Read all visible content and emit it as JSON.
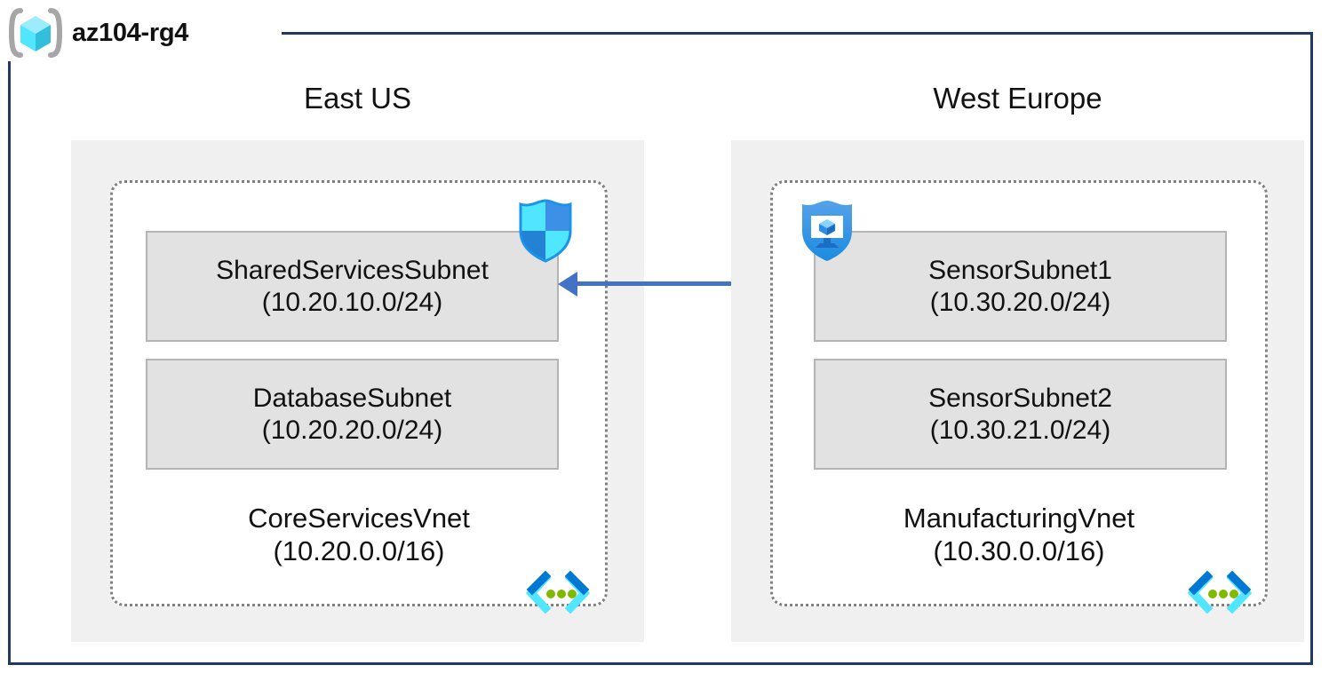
{
  "resource_group": {
    "name": "az104-rg4",
    "icon": "resource-group-cube-icon",
    "border_color": "#1F3864"
  },
  "regions": [
    {
      "label": "East US",
      "panel_color": "#F0F0F0"
    },
    {
      "label": "West Europe",
      "panel_color": "#F0F0F0"
    }
  ],
  "vnets": [
    {
      "name": "CoreServicesVnet",
      "cidr": "(10.20.0.0/16)",
      "region": "East US",
      "icon": "virtual-network-icon",
      "subnets": [
        {
          "name": "SharedServicesSubnet",
          "cidr": "(10.20.10.0/24)",
          "attached_icon": "network-security-group-shield-icon"
        },
        {
          "name": "DatabaseSubnet",
          "cidr": "(10.20.20.0/24)",
          "attached_icon": null
        }
      ]
    },
    {
      "name": "ManufacturingVnet",
      "cidr": "(10.30.0.0/16)",
      "region": "West Europe",
      "icon": "virtual-network-icon",
      "subnets": [
        {
          "name": "SensorSubnet1",
          "cidr": "(10.30.20.0/24)",
          "attached_icon": "endpoint-protection-shield-icon"
        },
        {
          "name": "SensorSubnet2",
          "cidr": "(10.30.21.0/24)",
          "attached_icon": null
        }
      ]
    }
  ],
  "connection": {
    "direction": "right-to-left",
    "from": "ManufacturingVnet",
    "to": "SharedServicesSubnet",
    "color": "#4472C4"
  },
  "colors": {
    "frame": "#1F3864",
    "region_panel": "#F0F0F0",
    "subnet_fill": "#E2E2E2",
    "subnet_border": "#B4B4B4",
    "vnet_border": "#808080",
    "arrow": "#4472C4",
    "azure_blue": "#1B93EB",
    "azure_cyan": "#50E6FF",
    "vnet_green": "#7FBA00"
  }
}
